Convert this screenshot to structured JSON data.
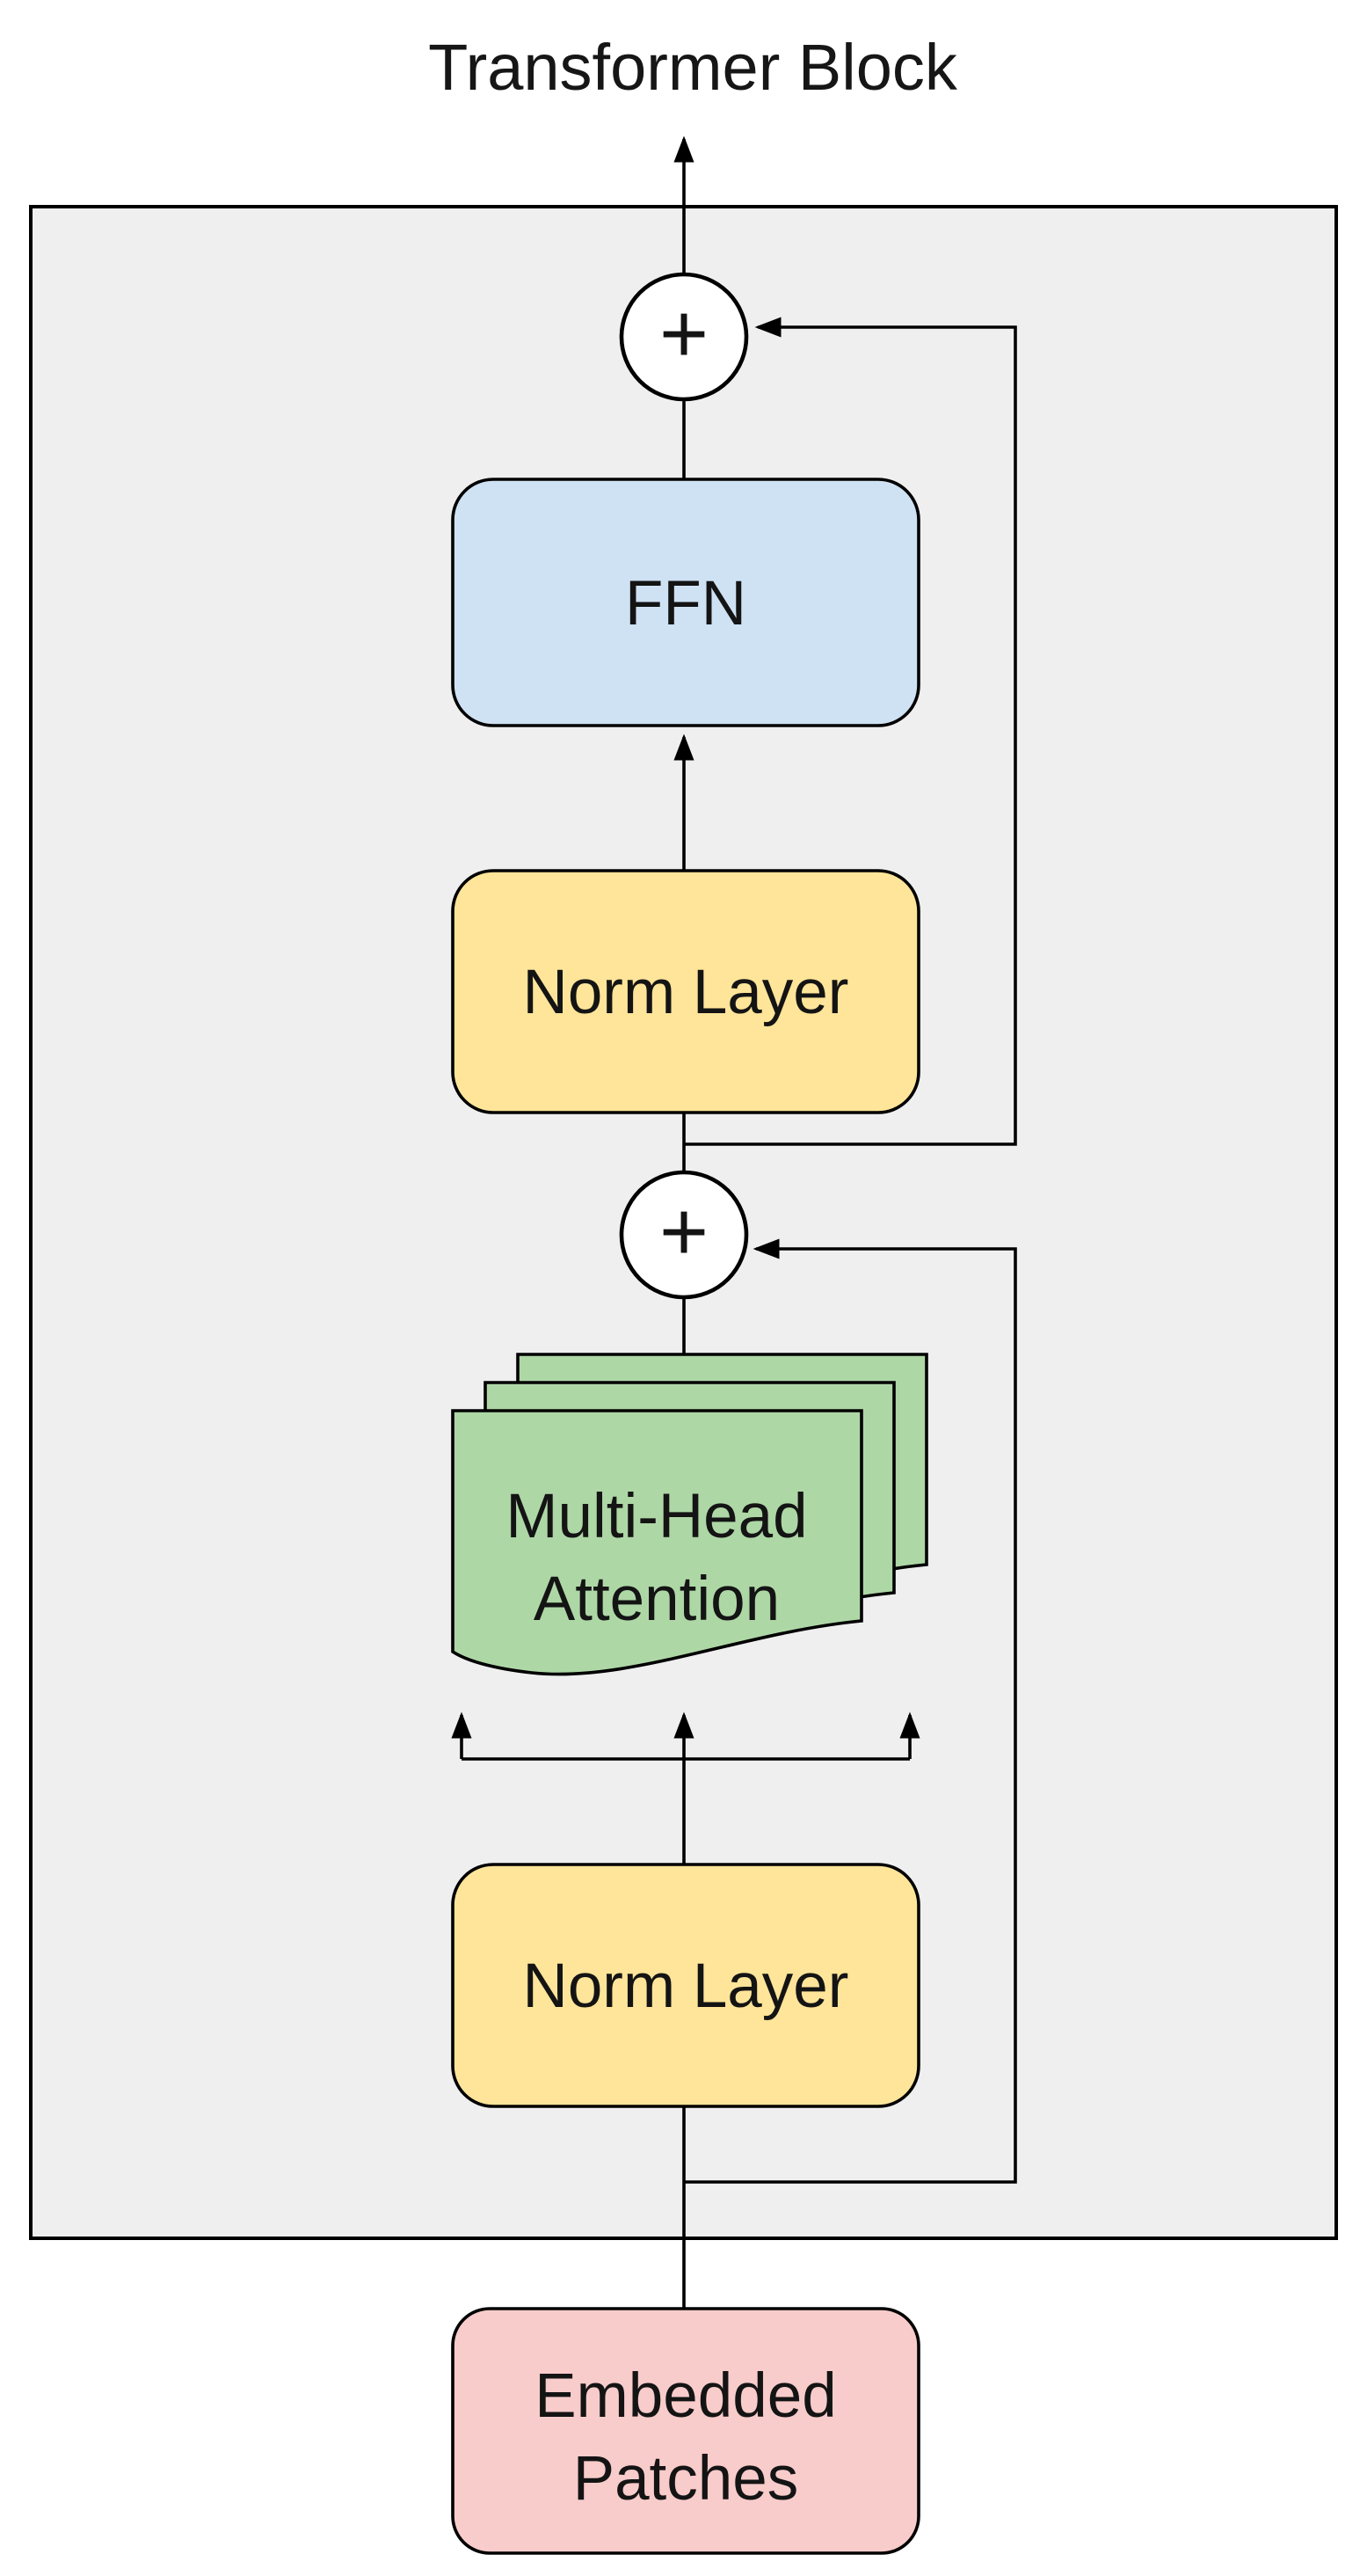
{
  "title": "Transformer Block",
  "nodes": {
    "ffn": {
      "label": "FFN"
    },
    "norm_top": {
      "label": "Norm Layer"
    },
    "norm_bottom": {
      "label": "Norm Layer"
    },
    "mha": {
      "label_line1": "Multi-Head",
      "label_line2": "Attention"
    },
    "embedded": {
      "label_line1": "Embedded",
      "label_line2": "Patches"
    },
    "add_top": {
      "symbol": "+"
    },
    "add_bottom": {
      "symbol": "+"
    }
  },
  "colors": {
    "outer_box_fill": "#efefef",
    "ffn_fill": "#cfe2f3",
    "norm_fill": "#ffe599",
    "mha_fill": "#aed7a6",
    "embedded_fill": "#f8cccb",
    "add_circle_fill": "#ffffff",
    "edge": "#000000"
  }
}
